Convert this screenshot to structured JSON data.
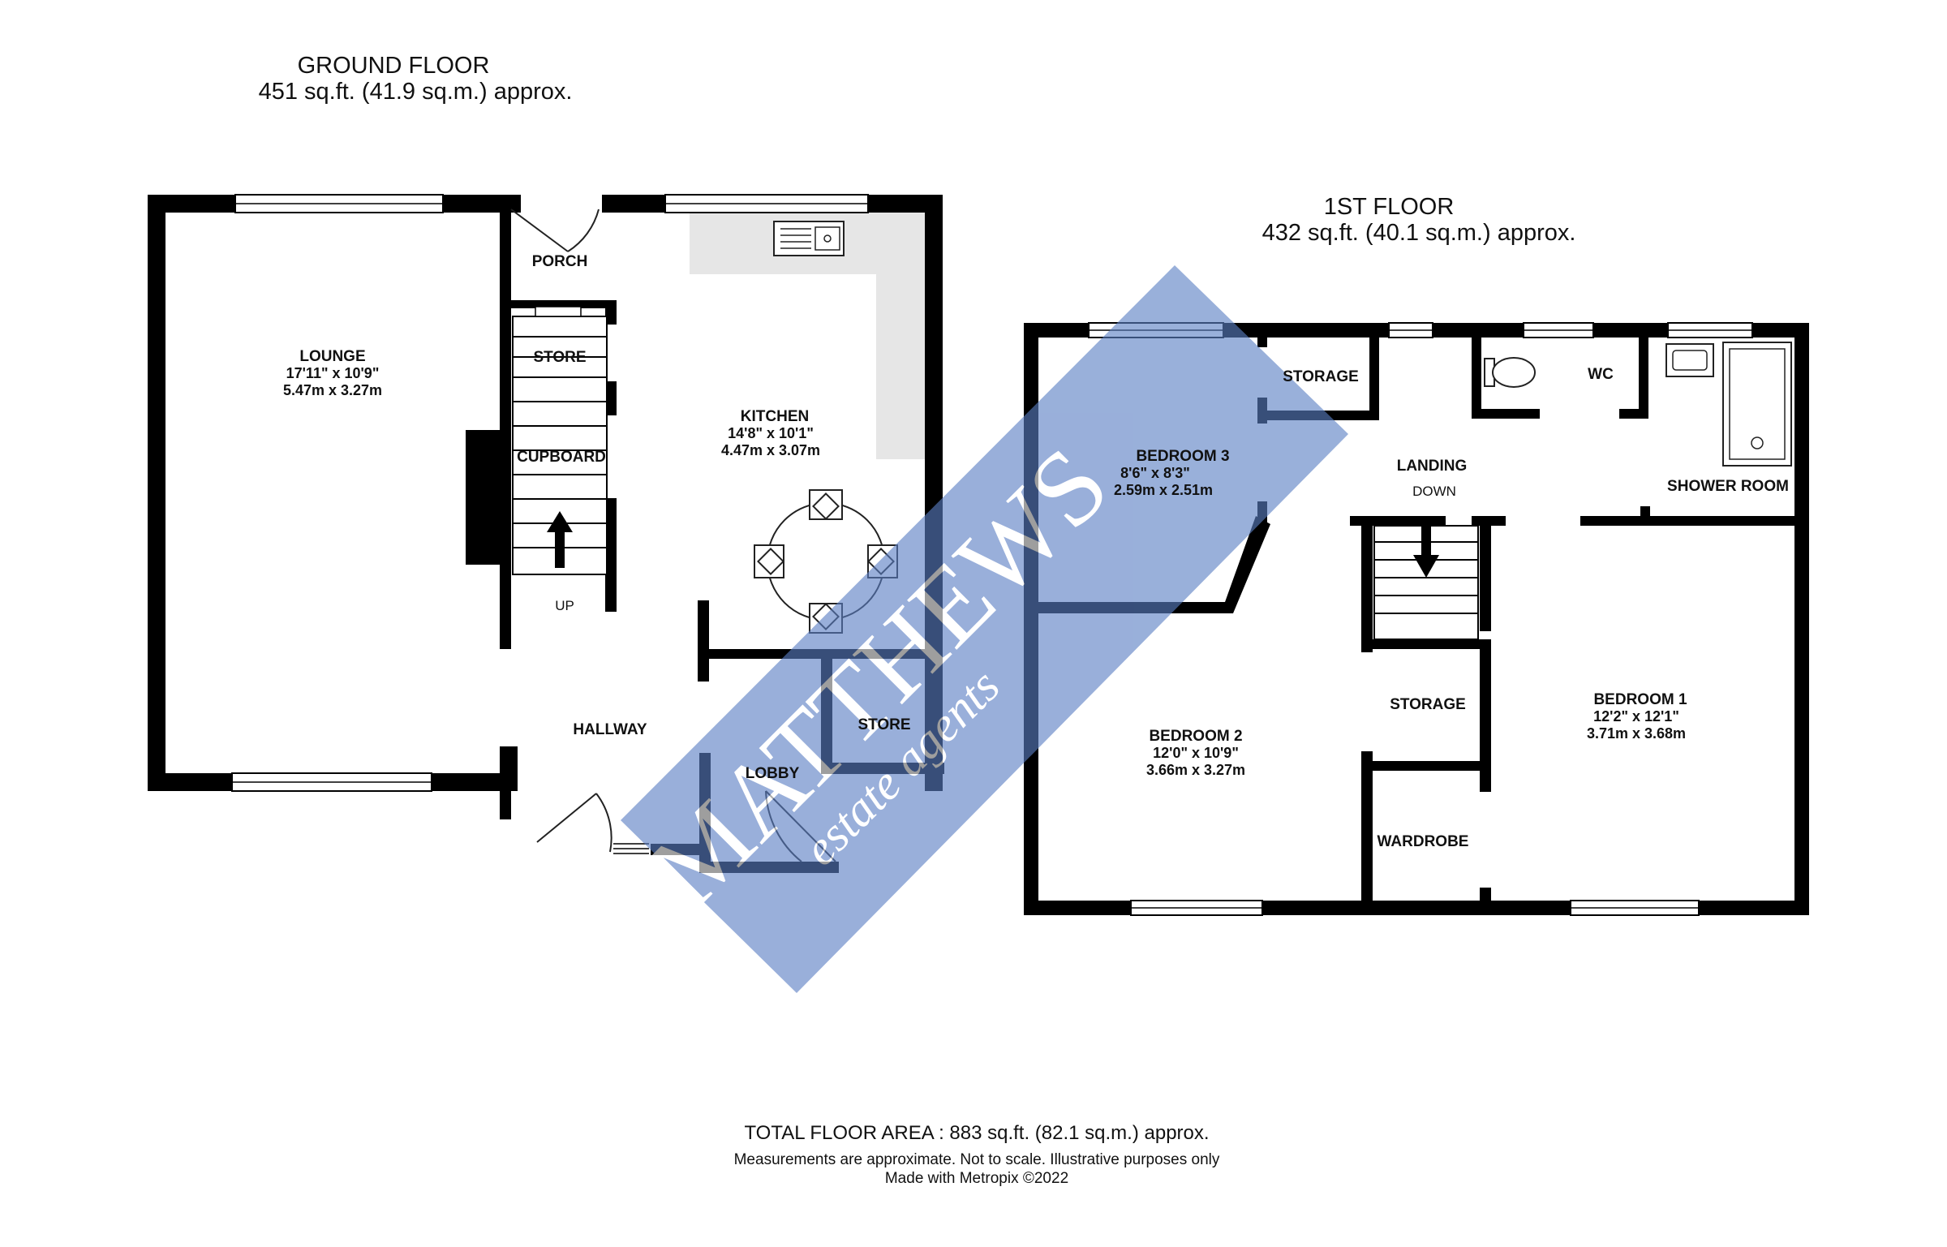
{
  "ground_floor": {
    "title": "GROUND FLOOR",
    "area": "451 sq.ft. (41.9 sq.m.) approx.",
    "rooms": {
      "lounge": {
        "name": "LOUNGE",
        "dim_imperial": "17'11\"  x 10'9\"",
        "dim_metric": "5.47m  x 3.27m"
      },
      "kitchen": {
        "name": "KITCHEN",
        "dim_imperial": "14'8\"  x 10'1\"",
        "dim_metric": "4.47m  x 3.07m"
      },
      "porch": "PORCH",
      "store": "STORE",
      "cupboard": "CUPBOARD",
      "up": "UP",
      "hallway": "HALLWAY",
      "store2": "STORE",
      "lobby": "LOBBY"
    }
  },
  "first_floor": {
    "title": "1ST FLOOR",
    "area": "432 sq.ft. (40.1 sq.m.) approx.",
    "rooms": {
      "storage_top": "STORAGE",
      "bedroom3": {
        "name": "BEDROOM 3",
        "dim_imperial": "8'6\"  x 8'3\"",
        "dim_metric": "2.59m  x 2.51m"
      },
      "landing": "LANDING",
      "down": "DOWN",
      "wc": "WC",
      "shower_room": "SHOWER ROOM",
      "storage_mid": "STORAGE",
      "bedroom2": {
        "name": "BEDROOM 2",
        "dim_imperial": "12'0\"  x 10'9\"",
        "dim_metric": "3.66m  x 3.27m"
      },
      "bedroom1": {
        "name": "BEDROOM 1",
        "dim_imperial": "12'2\"  x 12'1\"",
        "dim_metric": "3.71m  x 3.68m"
      },
      "wardrobe": "WARDROBE"
    }
  },
  "footer": {
    "total": "TOTAL FLOOR AREA : 883 sq.ft. (82.1 sq.m.) approx.",
    "disclaimer": "Measurements are approximate.  Not to scale.  Illustrative purposes only",
    "credit": "Made with Metropix ©2022"
  },
  "watermark": {
    "brand": "MATTHEWS",
    "tagline": "estate agents"
  },
  "colors": {
    "wall": "#000000",
    "kitchen_counter": "#e6e6e6",
    "watermark": "#5b7fc4"
  }
}
